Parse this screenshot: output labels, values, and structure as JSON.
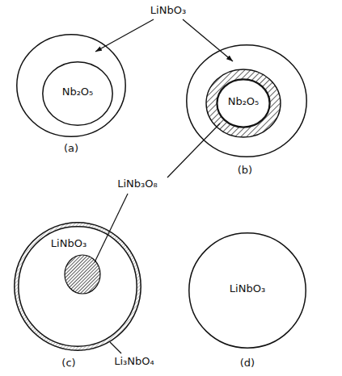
{
  "diagram": {
    "nodes": [
      {
        "text": [
          "(a)"
        ]
      },
      {
        "text": [
          "Nb₂O₅"
        ],
        "in": 0
      },
      {
        "text": [
          "(b)"
        ]
      },
      {
        "text": [
          "Nb₂O₅"
        ],
        "in": 2
      },
      {
        "text": [
          "(c)"
        ]
      },
      {
        "text": [
          "LiNbO₃"
        ],
        "in": 4
      },
      {
        "text": [
          "LiNbO₃",
          "(d)"
        ]
      }
    ],
    "labels": [
      "LiNbO₃",
      "LiNb₃O₈",
      "Li₃NbO₄"
    ]
  }
}
